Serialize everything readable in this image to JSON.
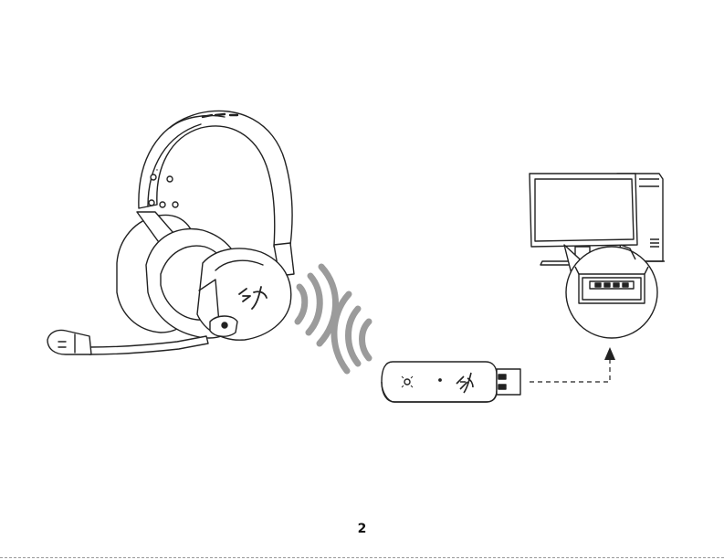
{
  "page": {
    "page_number": "2"
  },
  "illustration": {
    "headset_logo": "HX",
    "dongle_logo": "HX",
    "signal_color": "#9b9b9b",
    "line_color": "#222222"
  }
}
